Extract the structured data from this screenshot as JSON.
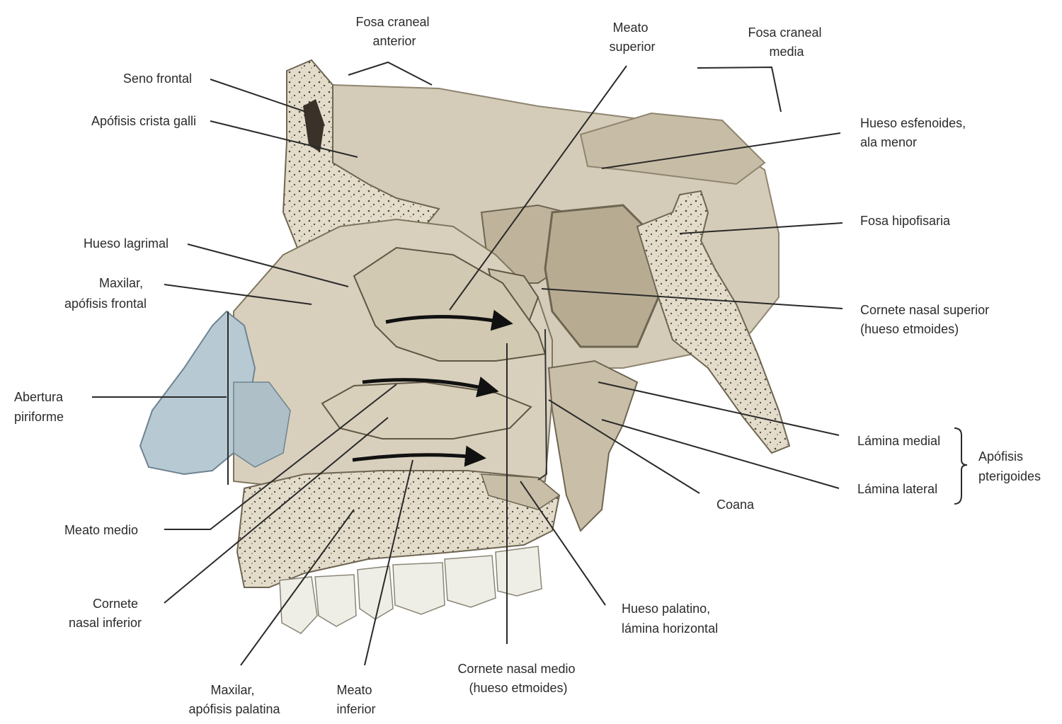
{
  "labels": {
    "fosa_craneal_anterior": [
      "Fosa craneal",
      "anterior"
    ],
    "meato_superior": [
      "Meato",
      "superior"
    ],
    "fosa_craneal_media": [
      "Fosa craneal",
      "media"
    ],
    "seno_frontal": [
      "Seno frontal"
    ],
    "apofisis_crista_galli": [
      "Apófisis crista galli"
    ],
    "hueso_esfenoides": [
      "Hueso esfenoides,",
      "ala menor"
    ],
    "fosa_hipofisaria": [
      "Fosa hipofisaria"
    ],
    "hueso_lagrimal": [
      "Hueso lagrimal"
    ],
    "maxilar_apofisis_frontal": [
      "Maxilar,",
      "apófisis frontal"
    ],
    "cornete_nasal_superior": [
      "Cornete nasal superior",
      "(hueso etmoides)"
    ],
    "abertura_piriforme": [
      "Abertura",
      "piriforme"
    ],
    "lamina_medial": [
      "Lámina medial"
    ],
    "apofisis_pterigoides": [
      "Apófisis",
      "pterigoides"
    ],
    "lamina_lateral": [
      "Lámina lateral"
    ],
    "coana": [
      "Coana"
    ],
    "meato_medio": [
      "Meato medio"
    ],
    "cornete_nasal_inferior": [
      "Cornete",
      "nasal inferior"
    ],
    "hueso_palatino": [
      "Hueso palatino,",
      "lámina horizontal"
    ],
    "cornete_nasal_medio": [
      "Cornete nasal medio",
      "(hueso etmoides)"
    ],
    "maxilar_apofisis_palatina": [
      "Maxilar,",
      "apófisis palatina"
    ],
    "meato_inferior": [
      "Meato",
      "inferior"
    ]
  },
  "colors": {
    "bone": "#cfc6b2",
    "bone_dark": "#b3a88f",
    "cartilage": "#a9c0cc",
    "leader": "#2a2a2a",
    "tooth": "#efeee6"
  }
}
